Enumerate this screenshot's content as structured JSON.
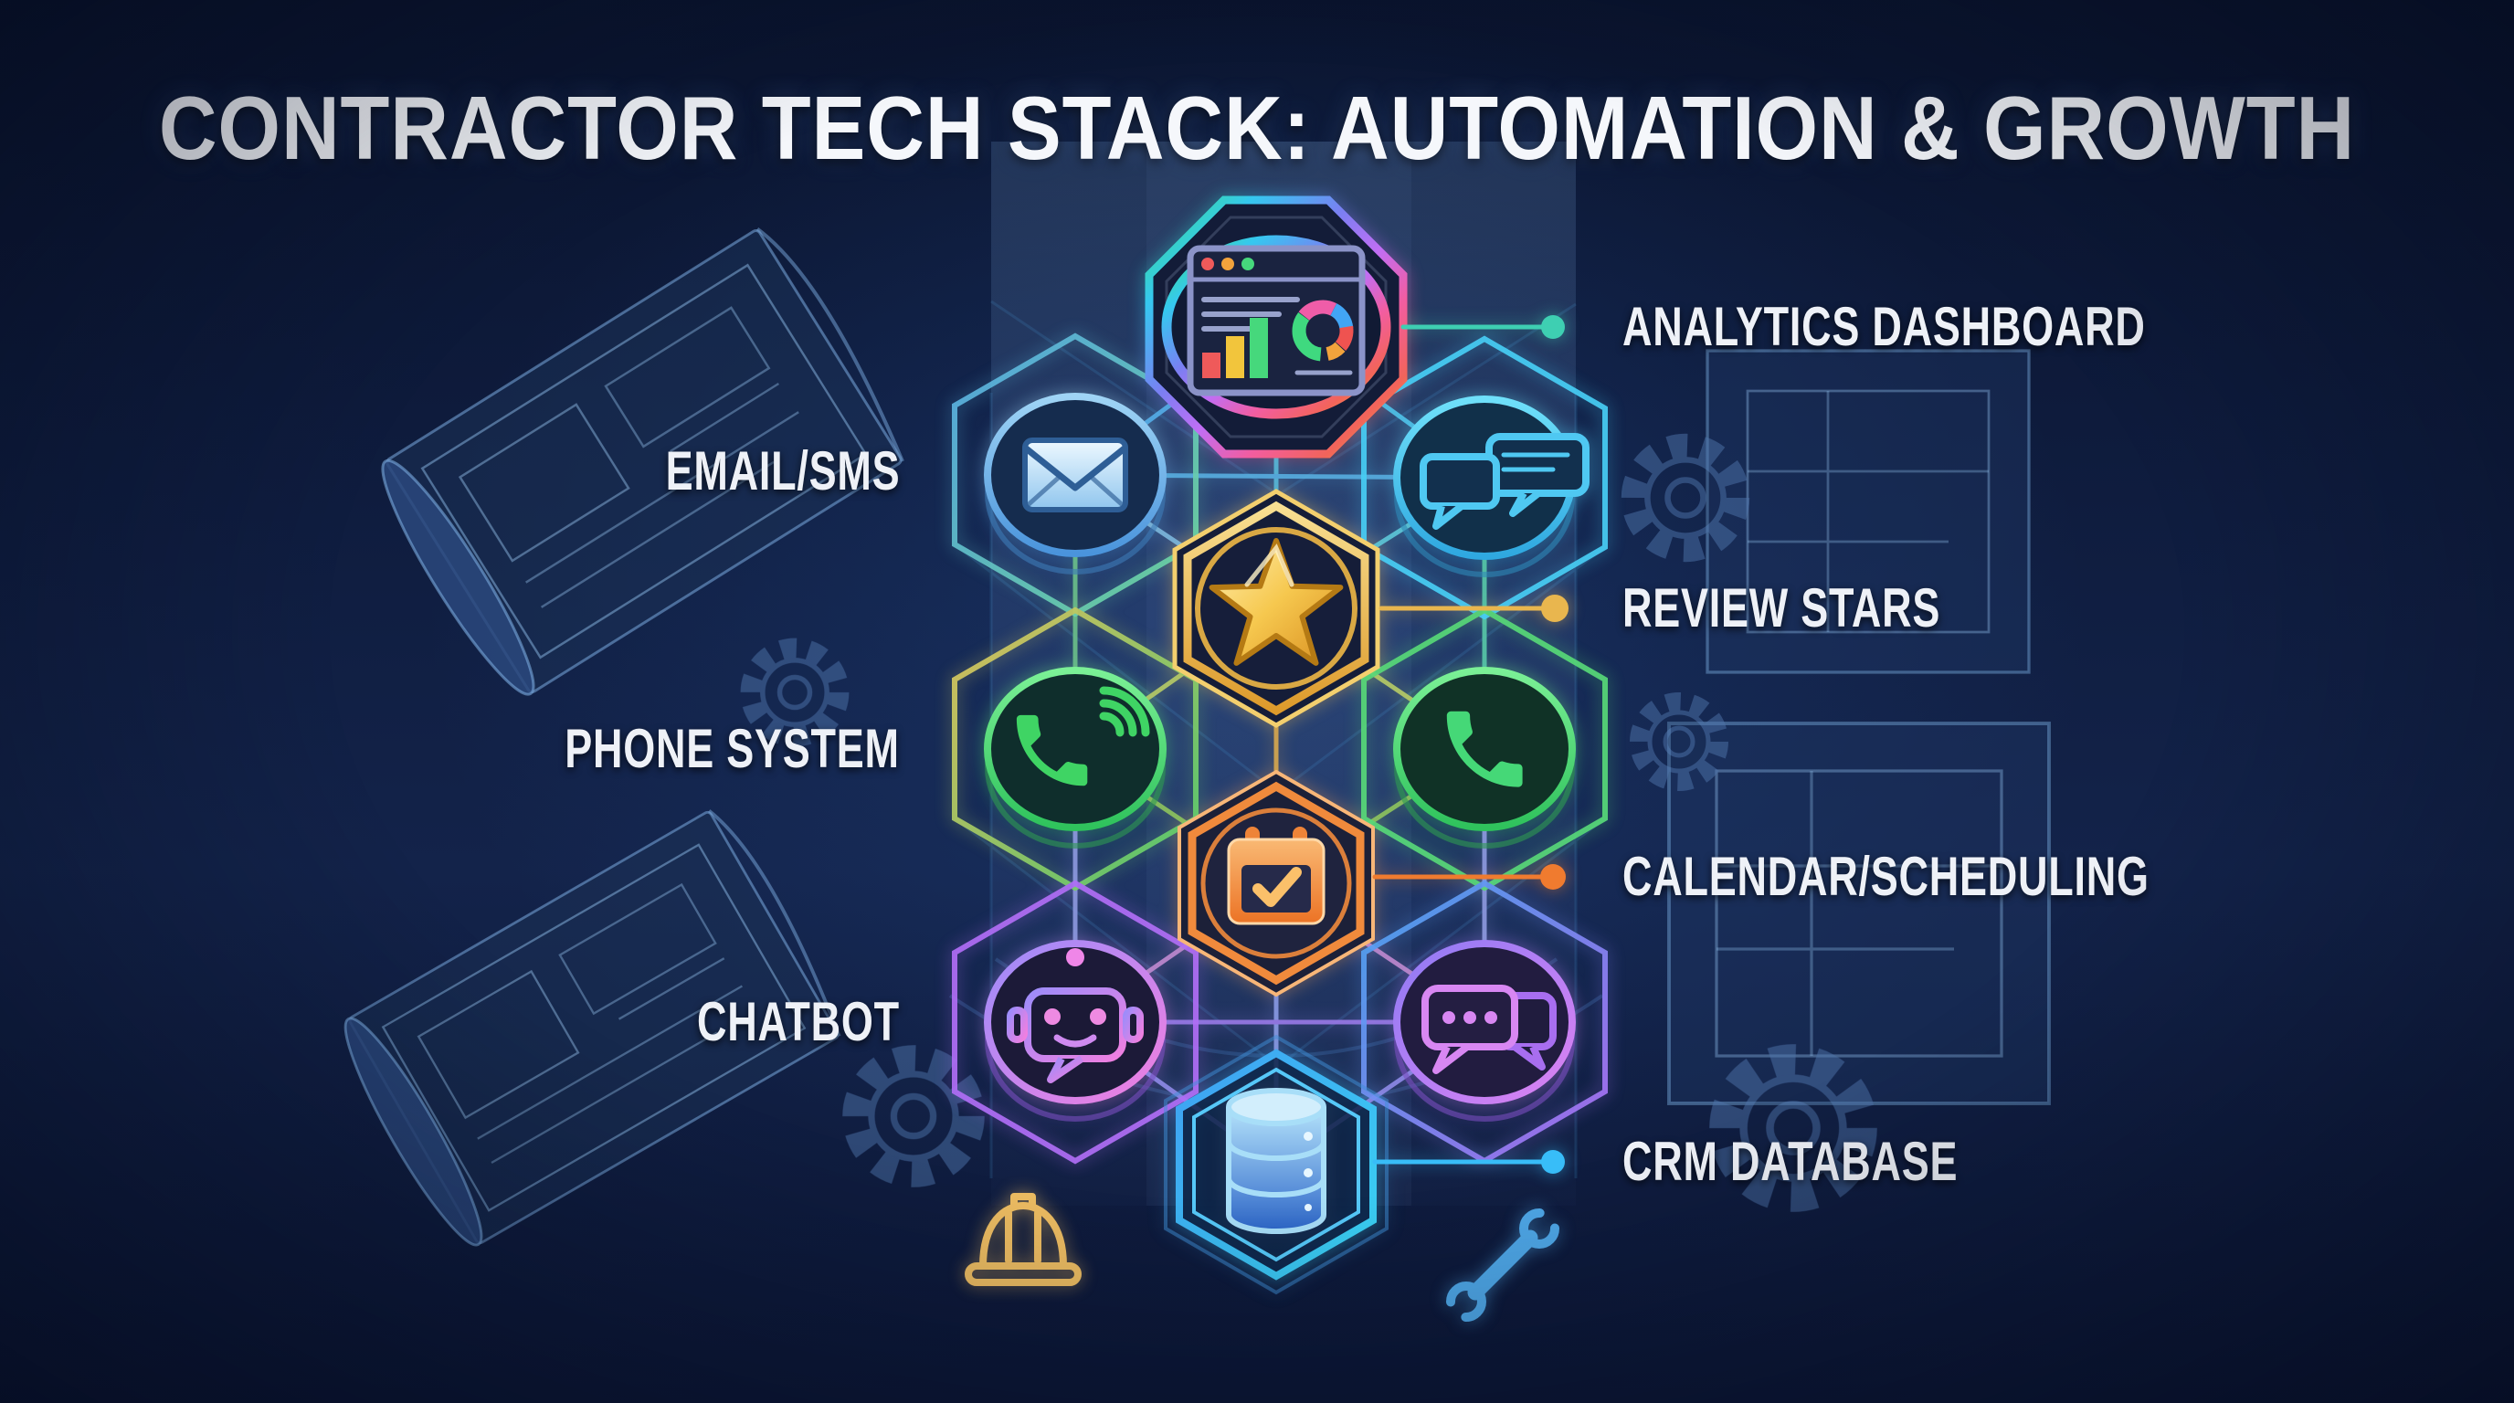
{
  "title": {
    "text": "CONTRACTOR TECH STACK: AUTOMATION & GROWTH"
  },
  "nodes": {
    "analytics_dashboard": {
      "label": "ANALYTICS DASHBOARD",
      "icon": "analytics-dashboard-icon",
      "accent": "#3ecfb2"
    },
    "email_sms": {
      "label": "EMAIL/SMS",
      "icon": "email-envelope-icon",
      "accent": "#62b4ee"
    },
    "chat_messages": {
      "icon": "chat-bubbles-icon",
      "accent": "#4fc8f2"
    },
    "review_stars": {
      "label": "REVIEW STARS",
      "icon": "review-star-icon",
      "accent": "#e9b64e"
    },
    "phone_system": {
      "label": "PHONE SYSTEM",
      "icon": "phone-call-waves-icon",
      "accent": "#4ade62"
    },
    "phone_handset": {
      "icon": "phone-handset-icon",
      "accent": "#45d877"
    },
    "calendar_scheduling": {
      "label": "CALENDAR/SCHEDULING",
      "icon": "calendar-check-icon",
      "accent": "#f07b2f"
    },
    "chatbot": {
      "label": "CHATBOT",
      "icon": "chatbot-robot-icon",
      "accent": "#b06ef5"
    },
    "chat_dots": {
      "icon": "chat-dots-icon",
      "accent": "#c77ff2"
    },
    "crm_database": {
      "label": "CRM DATABASE",
      "icon": "database-icon",
      "accent": "#38bdf8"
    }
  },
  "decor_icons": {
    "left": "hard-hat-icon",
    "right": "wrench-icon"
  },
  "colors": {
    "background": "#0d1734",
    "title_text": "#f5f7fb",
    "label_text": "#eef1f7",
    "connector_teal": "#3ecfb2",
    "connector_gold": "#e9b64e",
    "connector_orange": "#f07b2f",
    "connector_blue": "#38bdf8",
    "blueprint_line": "#6fa3d8",
    "rainbow": [
      "#3ae37a",
      "#35c8f0",
      "#7a7ff2",
      "#c06ef5",
      "#f25da0",
      "#f2645a",
      "#f2b03c"
    ]
  }
}
